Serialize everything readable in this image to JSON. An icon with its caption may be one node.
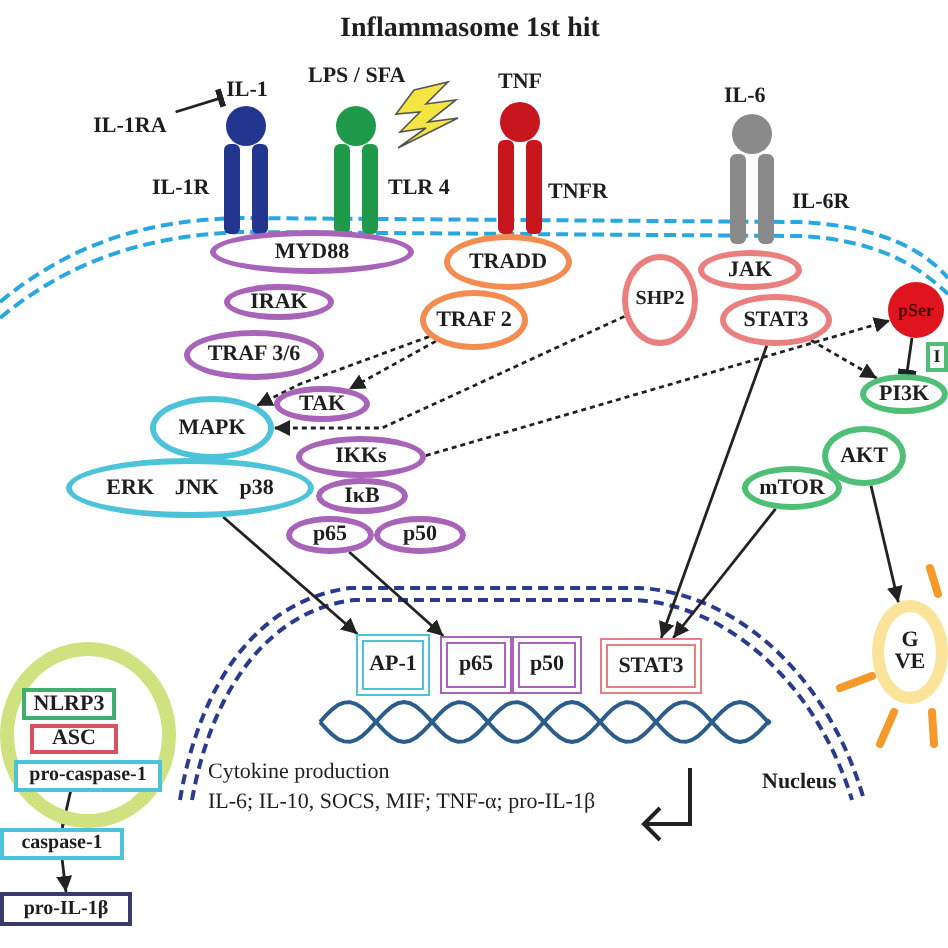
{
  "diagram": {
    "title": "Inflammasome 1st hit",
    "nodes": [
      {
        "text": [
          "IL-1RA"
        ]
      },
      {
        "text": [
          "IL-1"
        ]
      },
      {
        "text": [
          "MYD88"
        ]
      },
      {
        "text": [
          "TRADD"
        ]
      },
      {
        "text": [
          "JAK"
        ]
      },
      {
        "text": [
          "pSer"
        ]
      },
      {
        "text": [
          "SHP2"
        ]
      },
      {
        "text": [
          "STAT3"
        ]
      },
      {
        "text": [
          "I"
        ]
      },
      {
        "text": [
          "IRAK"
        ]
      },
      {
        "text": [
          "TRAF 2"
        ]
      },
      {
        "text": [
          "TRAF 3/6"
        ]
      },
      {
        "text": [
          "PI3K"
        ]
      },
      {
        "text": [
          "MAPK"
        ]
      },
      {
        "text": [
          "TAK"
        ]
      },
      {
        "text": [
          "IKKs"
        ]
      },
      {
        "text": [
          "AKT"
        ]
      },
      {
        "text": [
          "ERK",
          "JNK",
          "p38"
        ]
      },
      {
        "text": [
          "IκB"
        ]
      },
      {
        "text": [
          "mTOR"
        ]
      },
      {
        "text": [
          "p65"
        ]
      },
      {
        "text": [
          "p50"
        ]
      },
      {
        "text": [
          "AP-1"
        ]
      },
      {
        "text": [
          "p65"
        ]
      },
      {
        "text": [
          "p50"
        ]
      },
      {
        "text": [
          "STAT3"
        ]
      },
      {
        "text": [
          "G VE"
        ]
      },
      {
        "text": [],
        "shape": "circle"
      },
      {
        "text": [
          "NLRP3"
        ],
        "in": 27
      },
      {
        "text": [
          "ASC"
        ],
        "in": 27
      },
      {
        "text": [
          "pro-caspase-1"
        ],
        "in": 27
      },
      {
        "text": [
          "caspase-1"
        ]
      },
      {
        "text": [
          "pro-IL-1β"
        ]
      }
    ],
    "edges": [
      {
        "from": 0,
        "to": 1,
        "arrow": "other"
      },
      {
        "from": 10,
        "to": 13,
        "arrow": "to",
        "style": "dashed"
      },
      {
        "from": 10,
        "to": 14,
        "arrow": "to",
        "style": "dashed"
      },
      {
        "from": 6,
        "to": 13,
        "arrow": "to",
        "style": "dashed"
      },
      {
        "from": 15,
        "to": 5,
        "arrow": "to",
        "style": "dashed"
      },
      {
        "from": 7,
        "to": 12,
        "arrow": "to",
        "style": "dashed"
      },
      {
        "from": 5,
        "to": 12,
        "arrow": "other"
      },
      {
        "from": 17,
        "to": 22,
        "arrow": "to"
      },
      {
        "from": 20,
        "to": 23,
        "arrow": "to"
      },
      {
        "from": 7,
        "to": 25,
        "arrow": "to"
      },
      {
        "from": 19,
        "to": 25,
        "arrow": "to"
      },
      {
        "from": 16,
        "to": 26,
        "arrow": "to"
      },
      {
        "from": 30,
        "to": 31,
        "arrow": "to"
      },
      {
        "from": 31,
        "to": 32,
        "arrow": "to"
      }
    ],
    "labels": [
      "IL-1R",
      "LPS / SFA",
      "TLR 4",
      "TNF",
      "TNFR",
      "IL-6",
      "IL-6R",
      "Cytokine production",
      "IL-6; IL-10, SOCS, MIF; TNF-α; pro-IL-1β",
      "Nucleus"
    ]
  }
}
